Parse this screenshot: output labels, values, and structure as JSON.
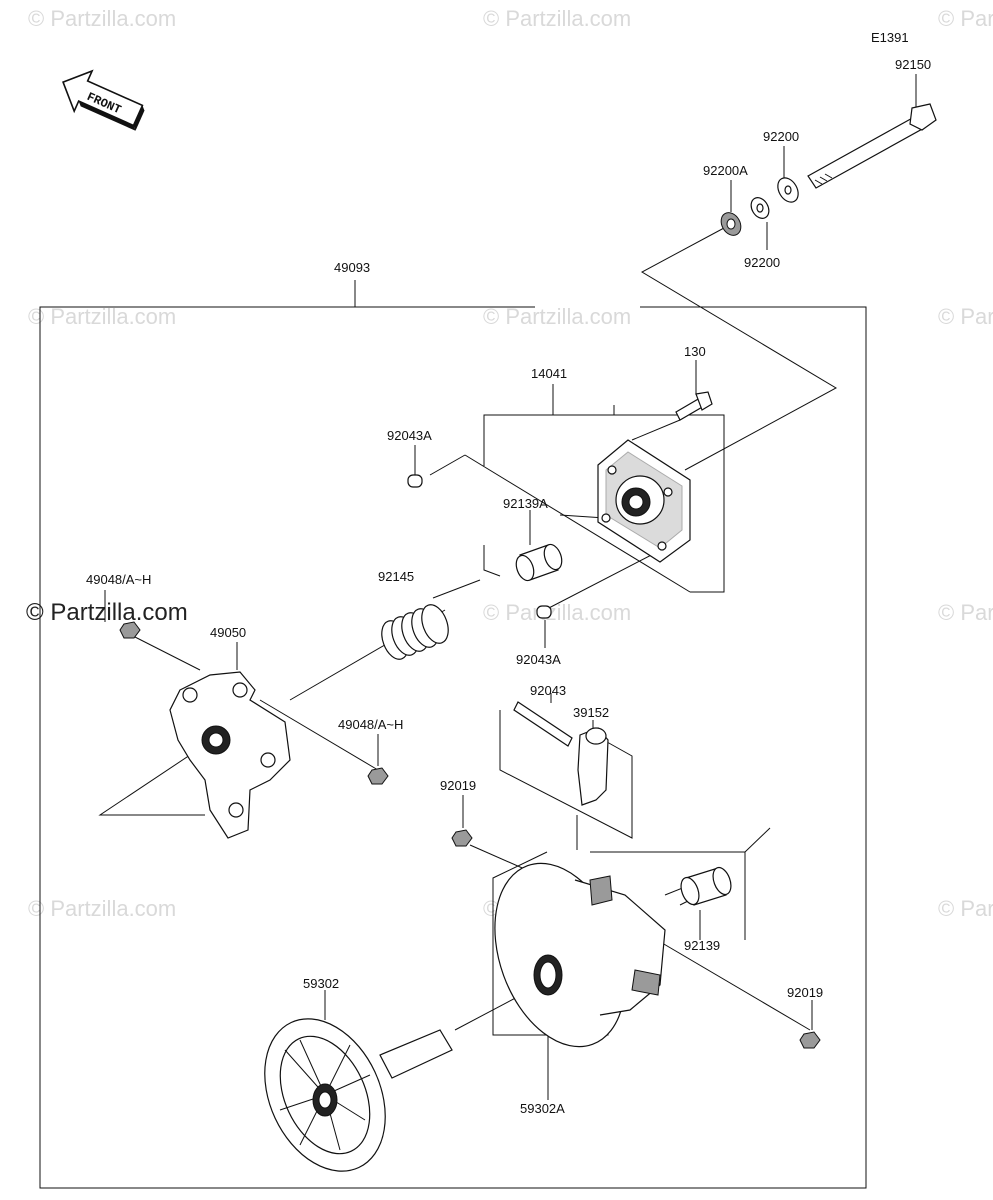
{
  "diagram_code": "E1391",
  "front_label": "FRONT",
  "watermark": "© Partzilla.com",
  "watermark_main": "© Partzilla.com",
  "parts": {
    "p92150": "92150",
    "p92200_top": "92200",
    "p92200A": "92200A",
    "p92200_bottom": "92200",
    "p49093": "49093",
    "p130": "130",
    "p14041": "14041",
    "p92043A_top": "92043A",
    "p92139A": "92139A",
    "p92145": "92145",
    "p49048_left": "49048/A~H",
    "p49050": "49050",
    "p92043A_bottom": "92043A",
    "p92043": "92043",
    "p39152": "39152",
    "p49048_right": "49048/A~H",
    "p92019_left": "92019",
    "p92139": "92139",
    "p92019_right": "92019",
    "p59302": "59302",
    "p59302A": "59302A"
  }
}
